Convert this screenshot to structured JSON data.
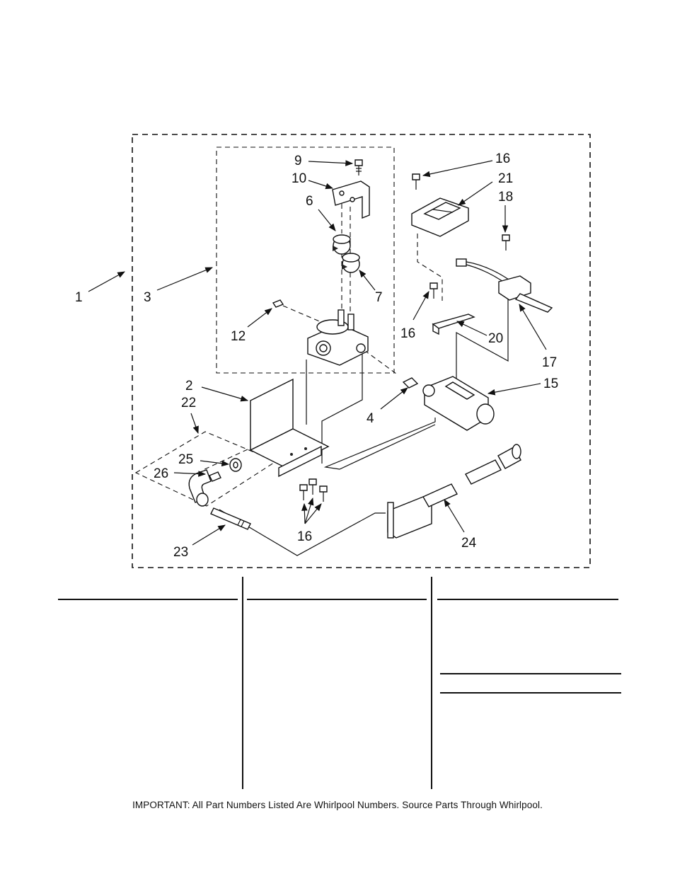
{
  "diagram": {
    "callouts": {
      "c1": "1",
      "c2": "2",
      "c3": "3",
      "c4": "4",
      "c6": "6",
      "c7": "7",
      "c9": "9",
      "c10": "10",
      "c12": "12",
      "c15": "15",
      "c16a": "16",
      "c16b": "16",
      "c16c": "16",
      "c17": "17",
      "c18": "18",
      "c20": "20",
      "c21": "21",
      "c22": "22",
      "c23": "23",
      "c24": "24",
      "c25": "25",
      "c26": "26"
    }
  },
  "footer": {
    "important_note": "IMPORTANT: All Part Numbers Listed Are Whirlpool Numbers. Source Parts Through Whirlpool."
  }
}
